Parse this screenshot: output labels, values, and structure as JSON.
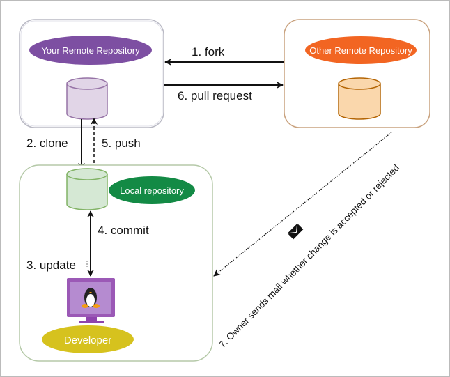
{
  "nodes": {
    "your_remote": {
      "label": "Your Remote Repository",
      "color": "#7d4fa2"
    },
    "other_remote": {
      "label": "Other Remote Repository",
      "color": "#f26522"
    },
    "local": {
      "label": "Local repository",
      "color": "#138a45"
    },
    "developer": {
      "label": "Developer",
      "color": "#d6c21e"
    }
  },
  "edges": {
    "fork": "1. fork",
    "clone": "2. clone",
    "update": "3. update",
    "commit": "4. commit",
    "push": "5. push",
    "pull_request": "6. pull request",
    "mail": "7. Owner sends mail whether change is accepted or rejected"
  },
  "icons": {
    "mail": "envelope-icon",
    "developer": "linux-monitor-icon"
  }
}
